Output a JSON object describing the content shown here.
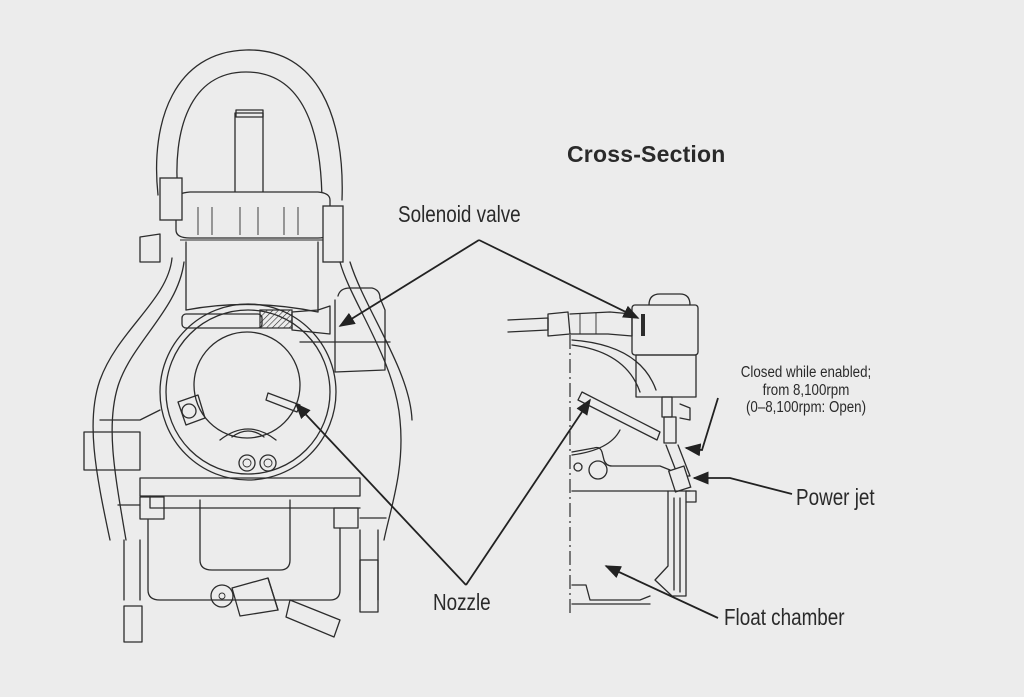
{
  "diagram": {
    "title": "Cross-Section",
    "labels": {
      "solenoid_valve": "Solenoid valve",
      "nozzle": "Nozzle",
      "power_jet": "Power jet",
      "float_chamber": "Float chamber",
      "valve_note": [
        "Closed while enabled;",
        "from 8,100rpm",
        "(0–8,100rpm: Open)"
      ]
    },
    "colors": {
      "background": "#ececec",
      "ink": "#2c2c2c"
    }
  }
}
